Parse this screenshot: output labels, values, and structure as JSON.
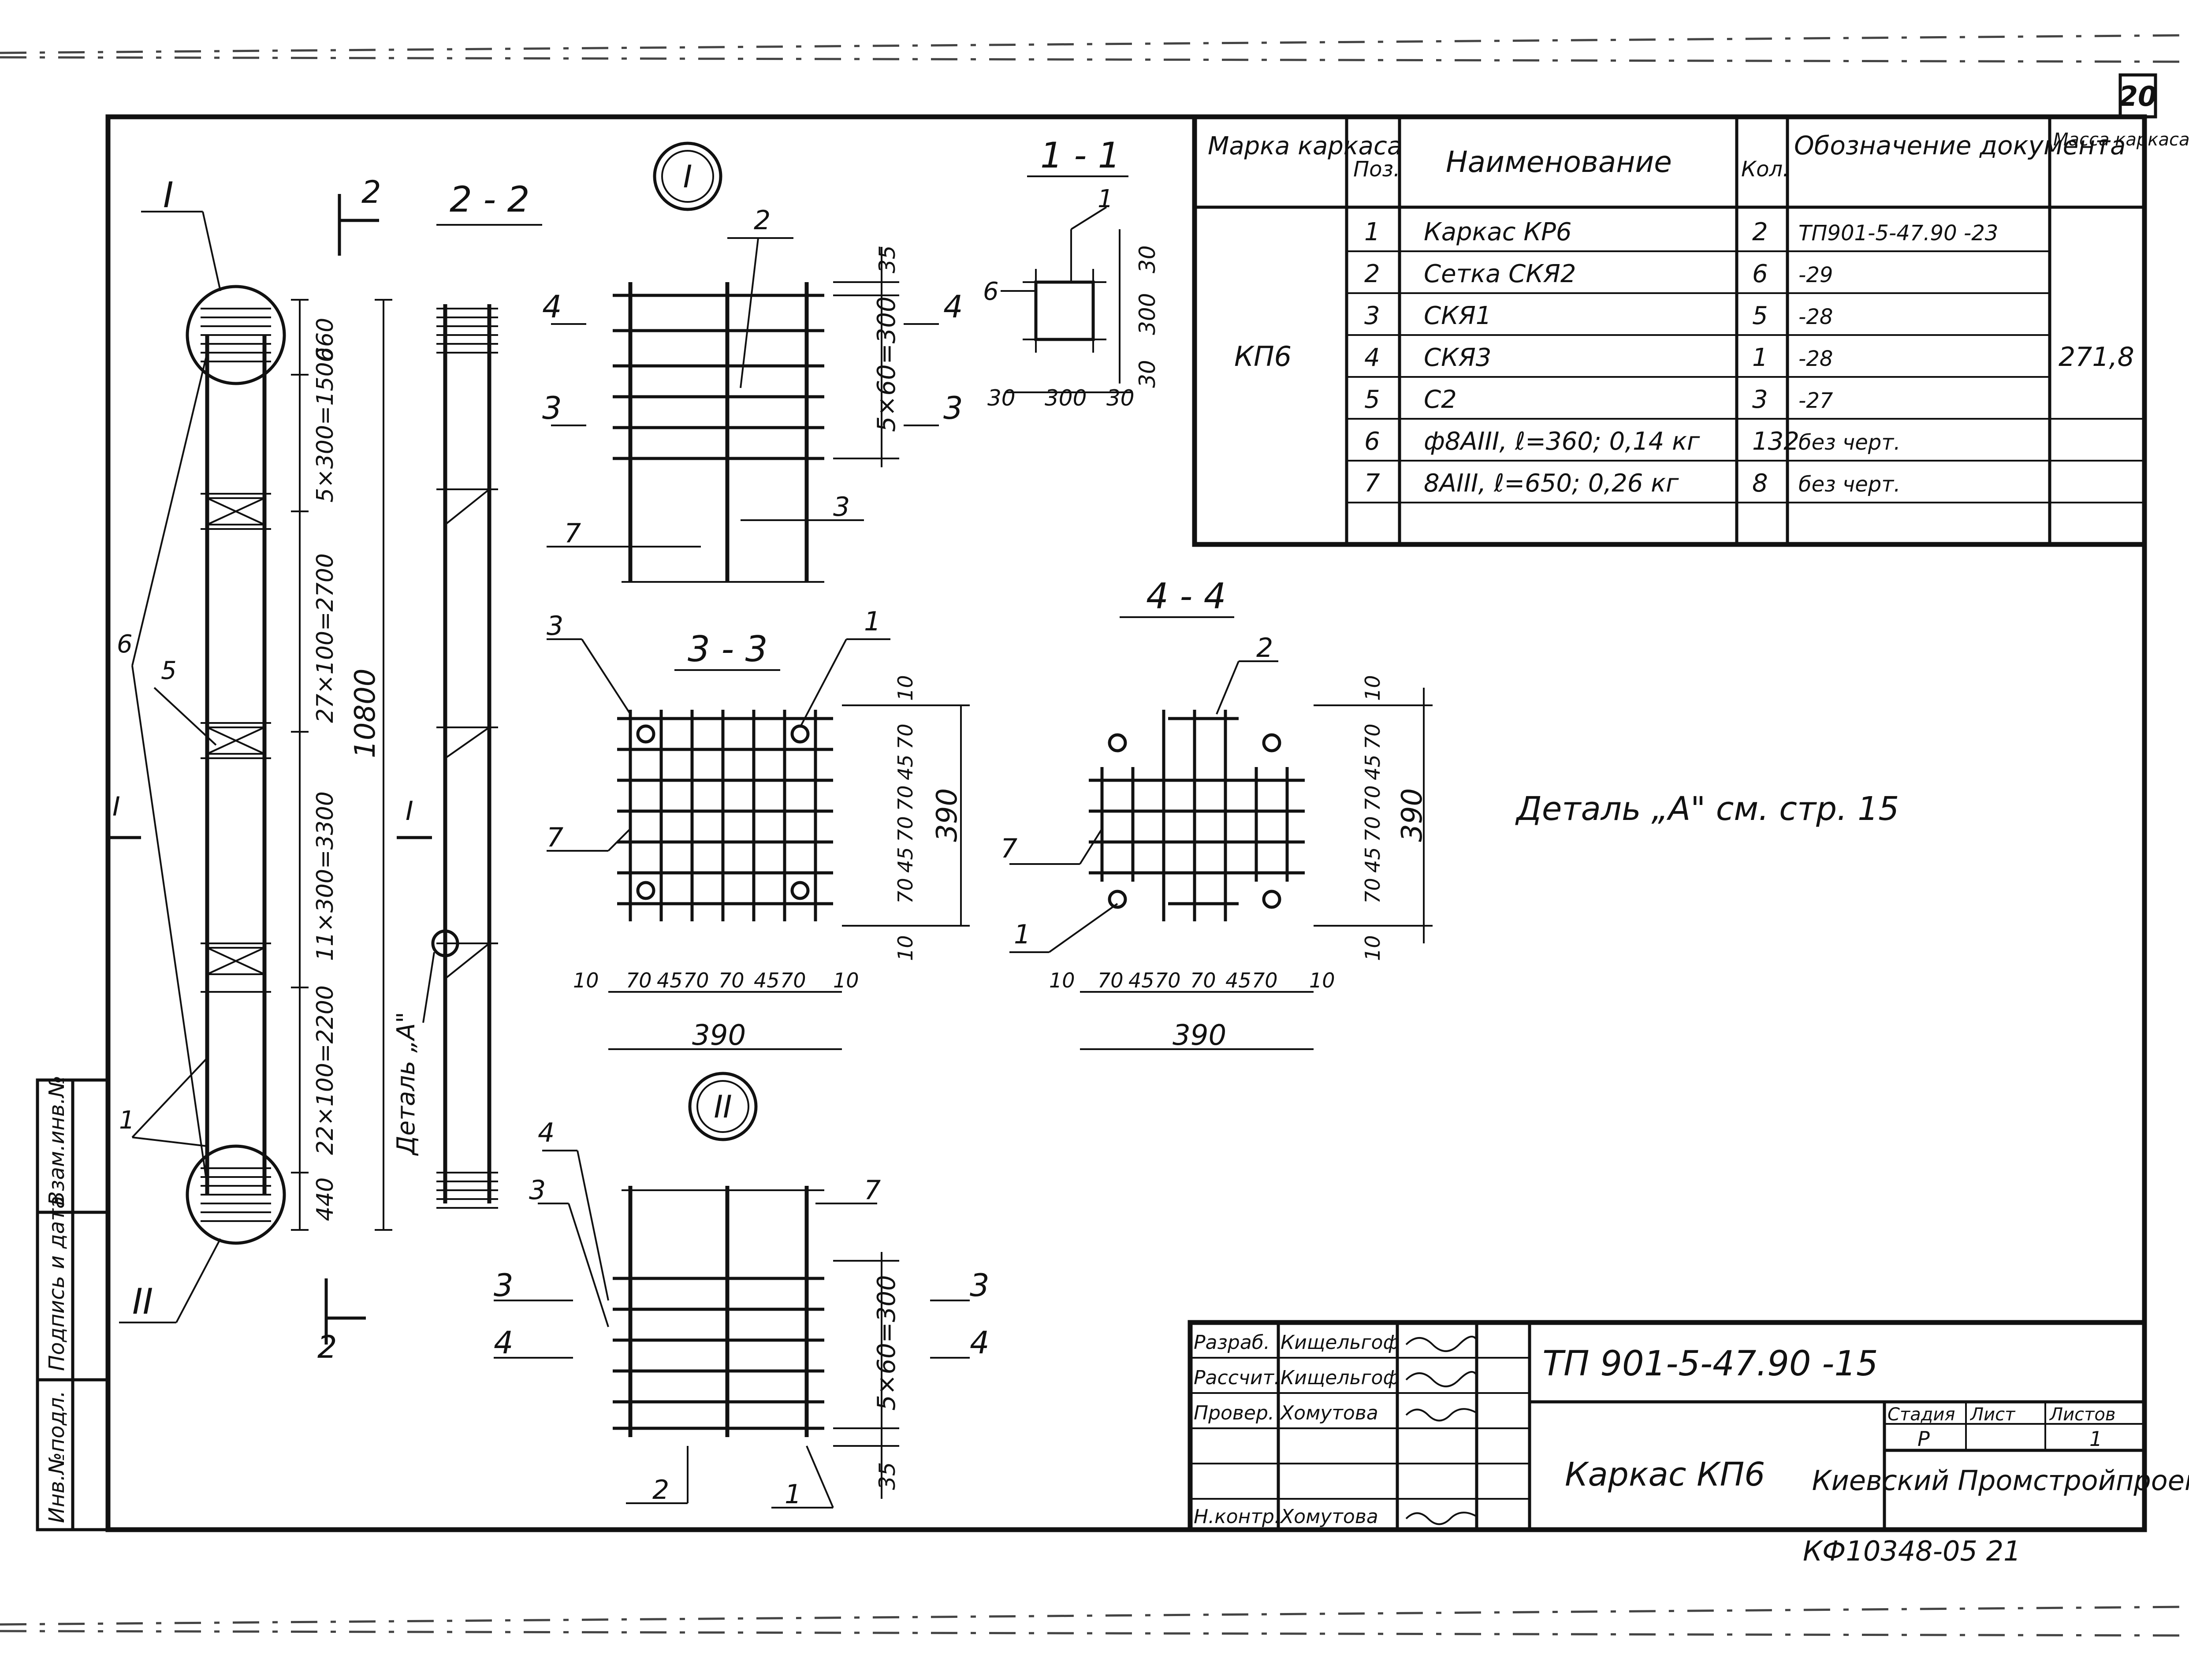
{
  "sheet_number": "20",
  "table": {
    "headers": {
      "mark": "Марка каркаса",
      "pos": "Поз.",
      "name": "Наименование",
      "qty": "Кол.",
      "doc": "Обозначение документа",
      "mass": "Масса каркаса, кг"
    },
    "mark_value": "КП6",
    "mass_value": "271,8",
    "rows": [
      {
        "pos": "1",
        "name": "Каркас КР6",
        "qty": "2",
        "doc": "ТП901-5-47.90 -23"
      },
      {
        "pos": "2",
        "name": "Сетка СКЯ2",
        "qty": "6",
        "doc": "-29"
      },
      {
        "pos": "3",
        "name": "СКЯ1",
        "qty": "5",
        "doc": "-28"
      },
      {
        "pos": "4",
        "name": "СКЯ3",
        "qty": "1",
        "doc": "-28"
      },
      {
        "pos": "5",
        "name": "С2",
        "qty": "3",
        "doc": "-27"
      },
      {
        "pos": "6",
        "name": "ф8АIII, ℓ=360; 0,14 кг",
        "qty": "132",
        "doc": "без черт."
      },
      {
        "pos": "7",
        "name": "8АIII, ℓ=650; 0,26 кг",
        "qty": "8",
        "doc": "без черт."
      }
    ]
  },
  "views": {
    "elevation": {
      "callout_I": "I",
      "callout_II": "II",
      "section_2": "2",
      "sec_2_2": "2 - 2",
      "dims": [
        "660",
        "5×300=1500",
        "27×100=2700",
        "11×300=3300",
        "22×100=2200",
        "440"
      ],
      "total": "10800",
      "detail": "Деталь „А\"",
      "leaders": [
        "6",
        "5",
        "1"
      ],
      "arrow_I": "I"
    },
    "detail_I": {
      "title": "I",
      "leaders": [
        "2",
        "3",
        "7"
      ],
      "cuts": [
        "4",
        "3"
      ],
      "dim": "5×60=300",
      "dim_top": "35"
    },
    "sec_1_1": {
      "title": "1 - 1",
      "leaders": [
        "1",
        "6"
      ],
      "dims": [
        "30",
        "300",
        "30"
      ],
      "dims_v": [
        "30",
        "300",
        "30"
      ]
    },
    "sec_3_3": {
      "title": "3 - 3",
      "leaders": [
        "3",
        "1",
        "7"
      ],
      "dims_h": [
        "10",
        "70",
        "45",
        "70",
        "70",
        "45",
        "70",
        "10"
      ],
      "total": "390",
      "dims_v": [
        "10",
        "70",
        "45",
        "70",
        "70",
        "45",
        "70",
        "10"
      ]
    },
    "sec_4_4": {
      "title": "4 - 4",
      "leaders": [
        "2",
        "7",
        "1"
      ],
      "dims_h": [
        "10",
        "70",
        "45",
        "70",
        "70",
        "45",
        "70",
        "10"
      ],
      "total": "390",
      "dims_v": [
        "10",
        "70",
        "45",
        "70",
        "70",
        "45",
        "70",
        "10"
      ]
    },
    "detail_II": {
      "title": "II",
      "leaders": [
        "4",
        "3",
        "7",
        "2",
        "1"
      ],
      "cuts": [
        "3",
        "4"
      ],
      "dim": "5×60=300",
      "dim_bottom": "35"
    }
  },
  "note": "Деталь „А\" см. стр. 15",
  "title_block": {
    "roles": [
      "Разраб.",
      "Рассчит.",
      "Провер.",
      "",
      "",
      "Н.контр."
    ],
    "names": [
      "Кищельгоф",
      "Кищельгоф",
      "Хомутова",
      "",
      "",
      "Хомутова"
    ],
    "code": "ТП 901-5-47.90 -15",
    "title": "Каркас КП6",
    "stage_h": "Стадия",
    "sheet_h": "Лист",
    "sheets_h": "Листов",
    "stage": "Р",
    "sheet": "",
    "sheets": "1",
    "org": "Киевский Промстройпроект"
  },
  "side_stamp": [
    "Инв.№подл.",
    "Подпись и дата",
    "Взам.инв.№"
  ],
  "bottom_code": "КФ10348-05  21"
}
